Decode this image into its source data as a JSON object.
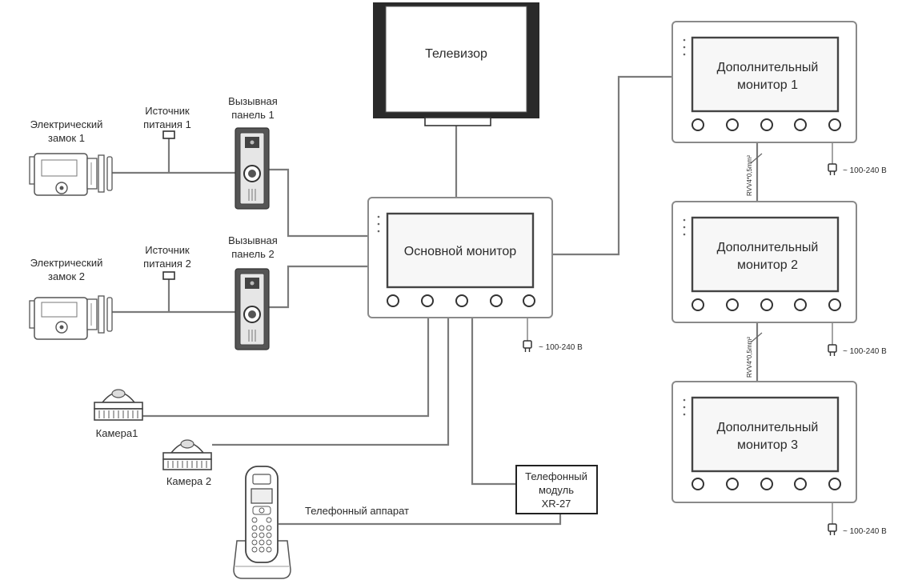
{
  "labels": {
    "tv": "Телевизор",
    "main_monitor": "Основной монитор",
    "lock1": [
      "Электрический",
      "замок 1"
    ],
    "lock2": [
      "Электрический",
      "замок  2"
    ],
    "psu1": [
      "Источник",
      "питания 1"
    ],
    "psu2": [
      "Источник",
      "питания 2"
    ],
    "panel1": [
      "Вызывная",
      "панель 1"
    ],
    "panel2": [
      "Вызывная",
      "панель 2"
    ],
    "camera1": "Камера1",
    "camera2": "Камера 2",
    "phone_set": "Телефонный аппарат",
    "phone_module": [
      "Телефонный",
      "модуль",
      "XR-27"
    ],
    "extra1": [
      "Дополнительный",
      "монитор 1"
    ],
    "extra2": [
      "Дополнительный",
      "монитор 2"
    ],
    "extra3": [
      "Дополнительный",
      "монитор 3"
    ],
    "power": "~ 100-240 В",
    "cable": "RVV4*0,5mm²"
  },
  "colors": {
    "wire": "#7b7b7b",
    "frame": "#8a8a8a",
    "screen": "#444444",
    "text": "#2b2b2b"
  },
  "icons": [
    "plug-icon",
    "dome-camera-icon",
    "call-panel-icon",
    "electric-lock-icon",
    "cordless-phone-icon",
    "power-supply-icon"
  ]
}
